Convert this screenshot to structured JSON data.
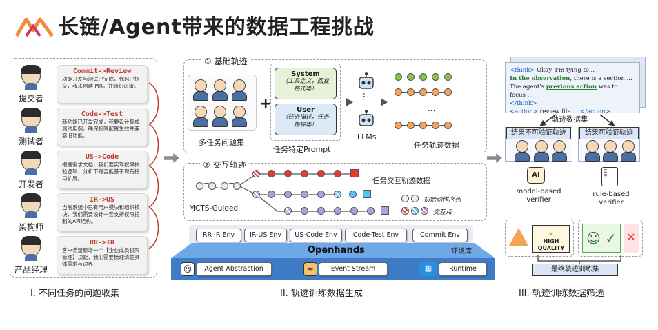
{
  "title": "长链/Agent带来的数据工程挑战",
  "roles": [
    {
      "label": "提交者",
      "card_title": "Commit->Review",
      "card_text": "功能开发与测试已完成，代码已提交，我来创建 MR，并组织评审。"
    },
    {
      "label": "测试者",
      "card_title": "Code->Test",
      "card_text": "新功能已开发完成，我要设计集成测试用例，确保权限配置生效并兼容旧功能。"
    },
    {
      "label": "开发者",
      "card_title": "US->Code",
      "card_text": "根据需求文档，我们要实现权限校验逻辑，分析下是否能基于现有接口扩展。"
    },
    {
      "label": "架构师",
      "card_title": "IR->US",
      "card_text": "当前系统中已有用户模块和组织模块，我们需要设计一套支持权限控制的API结构。"
    },
    {
      "label": "产品经理",
      "card_title": "RR->IR",
      "card_text": "客户希望新增一个【企业成员权限管理】功能，我们需要梳理清楚具体需求与边界"
    }
  ],
  "section1_label": "I. 不同任务的问题收集",
  "section2_label": "II. 轨迹训练数据生成",
  "section3_label": "III. 轨迹训练数据筛选",
  "basic": {
    "heading": "① 基础轨迹",
    "problem_set": "多任务问题集",
    "plus": "+",
    "system_title": "System",
    "system_sub": "（工具定义，回复格式等）",
    "user_title": "User",
    "user_sub": "（任务描述，任务指导等）",
    "prompt_label": "任务特定Prompt",
    "llms_label": "LLMs",
    "dots": "...",
    "traj_label": "任务轨迹数据"
  },
  "interactive": {
    "heading": "② 交互轨迹",
    "data_label": "任务交互轨迹数据",
    "mcts_label": "MCTS-Guided",
    "legend_initial": "初始动作序列",
    "legend_interaction": "交互点"
  },
  "envs": [
    "RR-IR Env",
    "IR-US Env",
    "US-Code Env",
    "Code-Test Env",
    "Commit Env"
  ],
  "env_lib": "环境库",
  "openhands": "Openhands",
  "components": [
    "Agent Abstraction",
    "Event Stream",
    "Runtime"
  ],
  "trace_text": {
    "l1a": "<think>",
    "l1b": " Okay, I'm tying to...",
    "l2a": "In the observation",
    "l2b": ", there is a section ...",
    "l3a": "The agent's ",
    "l3b": "previous action",
    "l3c": " was to focus ...",
    "l4": "</think>",
    "l5a": "<action>",
    "l5b": " review file ... ",
    "l5c": "</action>"
  },
  "traj_set": "轨迹数据集",
  "unverifiable": "结果不可验证轨迹",
  "verifiable": "结果可验证轨迹",
  "model_verifier": "model-based verifier",
  "rule_verifier": "rule-based verifier",
  "high_quality": "HIGH QUALITY",
  "final_set": "最终轨迹训练集",
  "colors": {
    "green": "#8bc34a",
    "orange": "#f5a25a",
    "purple": "#b39ddb",
    "red": "#e53935",
    "blue": "#4fc3f7",
    "accent": "#c0392b"
  }
}
